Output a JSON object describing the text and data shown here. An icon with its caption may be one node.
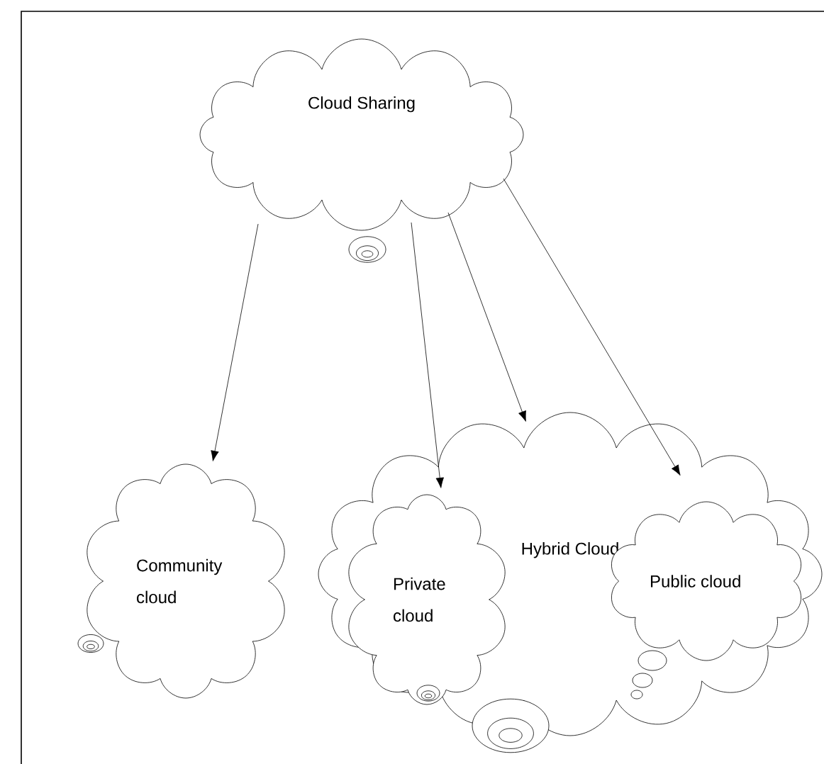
{
  "diagram": {
    "nodes": [
      {
        "text": [
          "Cloud Sharing"
        ]
      },
      {
        "text": [
          "Community cloud"
        ]
      },
      {
        "text": [
          "Hybrid Cloud"
        ]
      },
      {
        "text": [
          "Private cloud"
        ],
        "in": 2
      },
      {
        "text": [
          "Public cloud"
        ],
        "in": 2
      }
    ],
    "edges": [
      {
        "from": 0,
        "to": 1,
        "arrow": "to"
      },
      {
        "from": 0,
        "to": 3,
        "arrow": "to"
      },
      {
        "from": 0,
        "to": 2,
        "arrow": "to"
      },
      {
        "from": 0,
        "to": 4,
        "arrow": "to"
      }
    ]
  }
}
